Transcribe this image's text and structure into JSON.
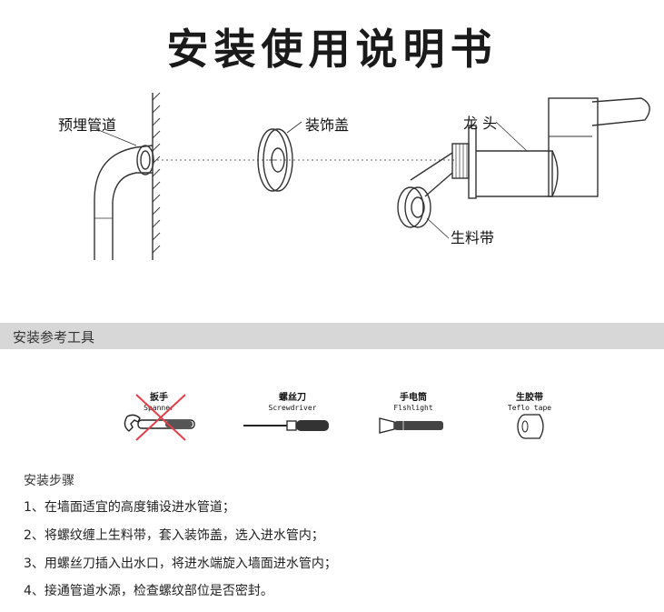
{
  "header": {
    "title": "安装使用说明书"
  },
  "diagram": {
    "labels": {
      "embedded_pipe": "预埋管道",
      "cover": "装饰盖",
      "faucet": "龙 头",
      "tape": "生料带"
    }
  },
  "tools_section": {
    "title": "安装参考工具",
    "tools": [
      {
        "cn": "扳手",
        "en": "Spanner",
        "crossed": true
      },
      {
        "cn": "螺丝刀",
        "en": "Screwdriver",
        "crossed": false
      },
      {
        "cn": "手电筒",
        "en": "Flshlight",
        "crossed": false
      },
      {
        "cn": "生胶带",
        "en": "Teflo tape",
        "crossed": false
      }
    ]
  },
  "steps_section": {
    "title": "安装步骤",
    "steps": [
      "1、在墙面适宜的高度铺设进水管道；",
      "2、将螺纹缠上生料带，套入装饰盖，选入进水管内；",
      "3、用螺丝刀插入出水口，将进水端旋入墙面进水管内；",
      "4、接通管道水源，检查螺纹部位是否密封。"
    ]
  },
  "colors": {
    "cross": "#e0414a",
    "bar": "#d7d7d7"
  }
}
